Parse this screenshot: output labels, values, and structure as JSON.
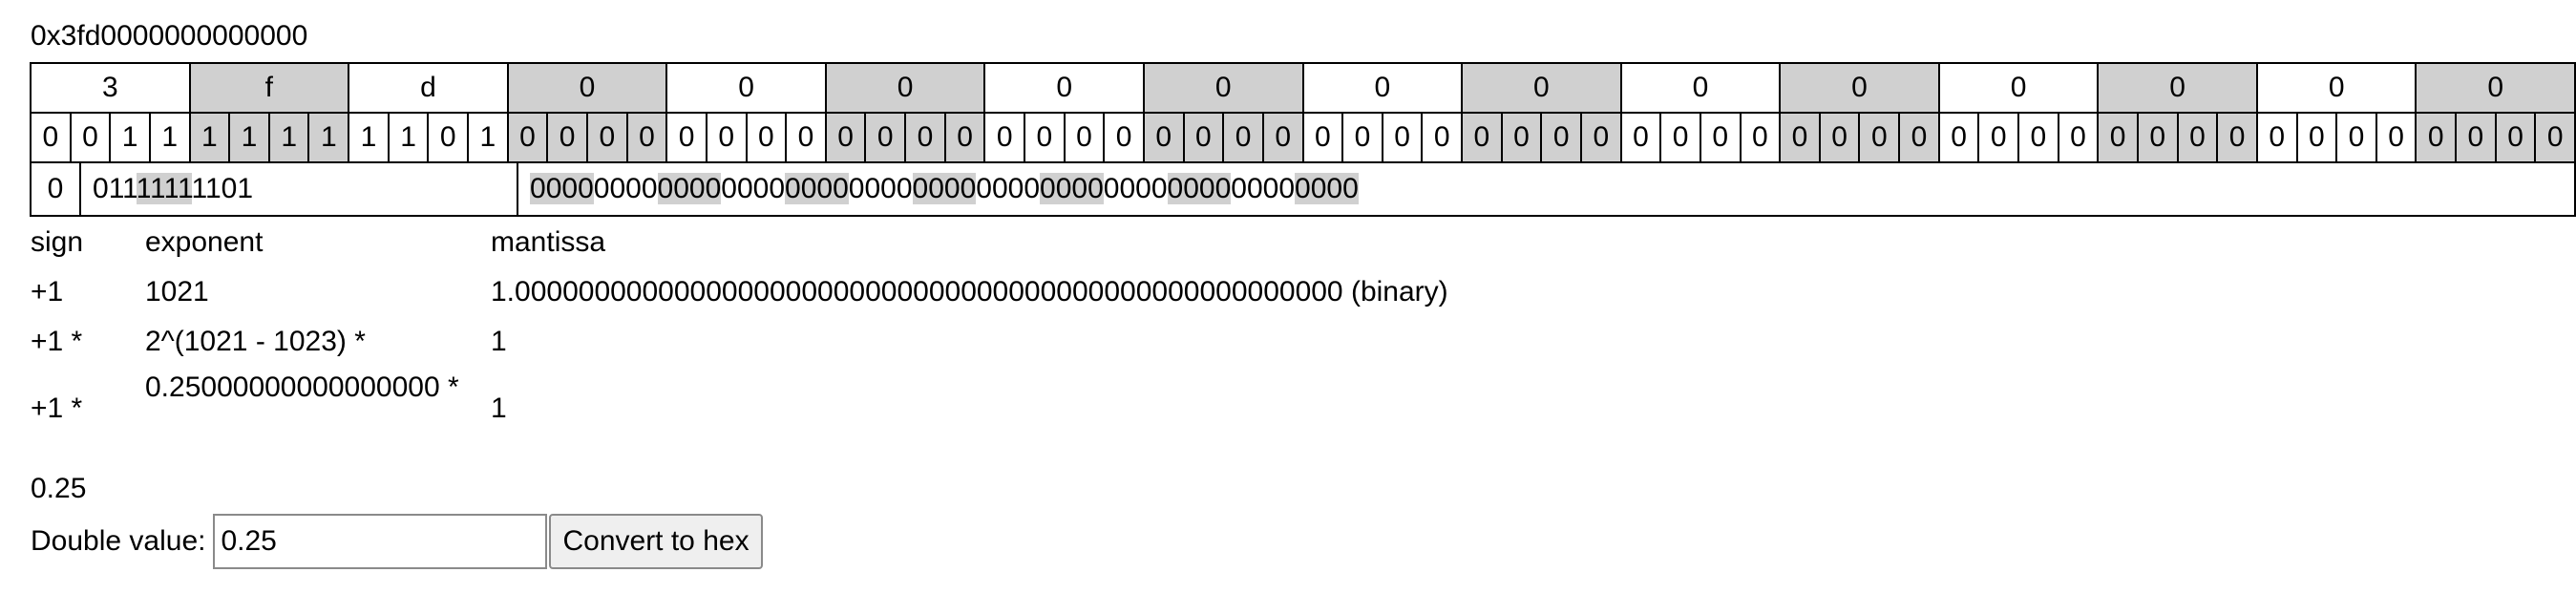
{
  "hex_display": "0x3fd0000000000000",
  "bit_grid": {
    "nibbles": [
      "3",
      "f",
      "d",
      "0",
      "0",
      "0",
      "0",
      "0",
      "0",
      "0",
      "0",
      "0",
      "0",
      "0",
      "0",
      "0"
    ],
    "bits": [
      "0",
      "0",
      "1",
      "1",
      "1",
      "1",
      "1",
      "1",
      "1",
      "1",
      "0",
      "1",
      "0",
      "0",
      "0",
      "0",
      "0",
      "0",
      "0",
      "0",
      "0",
      "0",
      "0",
      "0",
      "0",
      "0",
      "0",
      "0",
      "0",
      "0",
      "0",
      "0",
      "0",
      "0",
      "0",
      "0",
      "0",
      "0",
      "0",
      "0",
      "0",
      "0",
      "0",
      "0",
      "0",
      "0",
      "0",
      "0",
      "0",
      "0",
      "0",
      "0",
      "0",
      "0",
      "0",
      "0",
      "0",
      "0",
      "0",
      "0",
      "0",
      "0",
      "0",
      "0"
    ],
    "sign_bit": "0",
    "exponent_bits": "01111111101",
    "mantissa_bits": "0000000000000000000000000000000000000000000000000000",
    "shade_color": "#d0d0d0"
  },
  "labels": {
    "sign": "sign",
    "exponent": "exponent",
    "mantissa": "mantissa"
  },
  "rows": [
    {
      "sign": "+1",
      "exponent": "1021",
      "mantissa": "1.0000000000000000000000000000000000000000000000000000 (binary)"
    },
    {
      "sign": "+1 *",
      "exponent": "2^(1021 - 1023) *",
      "mantissa": "1"
    },
    {
      "sign": "+1 *",
      "exponent": "0.25000000000000000 *",
      "mantissa": "1"
    }
  ],
  "result": "0.25",
  "form": {
    "label": "Double value:",
    "input_value": "0.25",
    "button_label": "Convert to hex"
  }
}
